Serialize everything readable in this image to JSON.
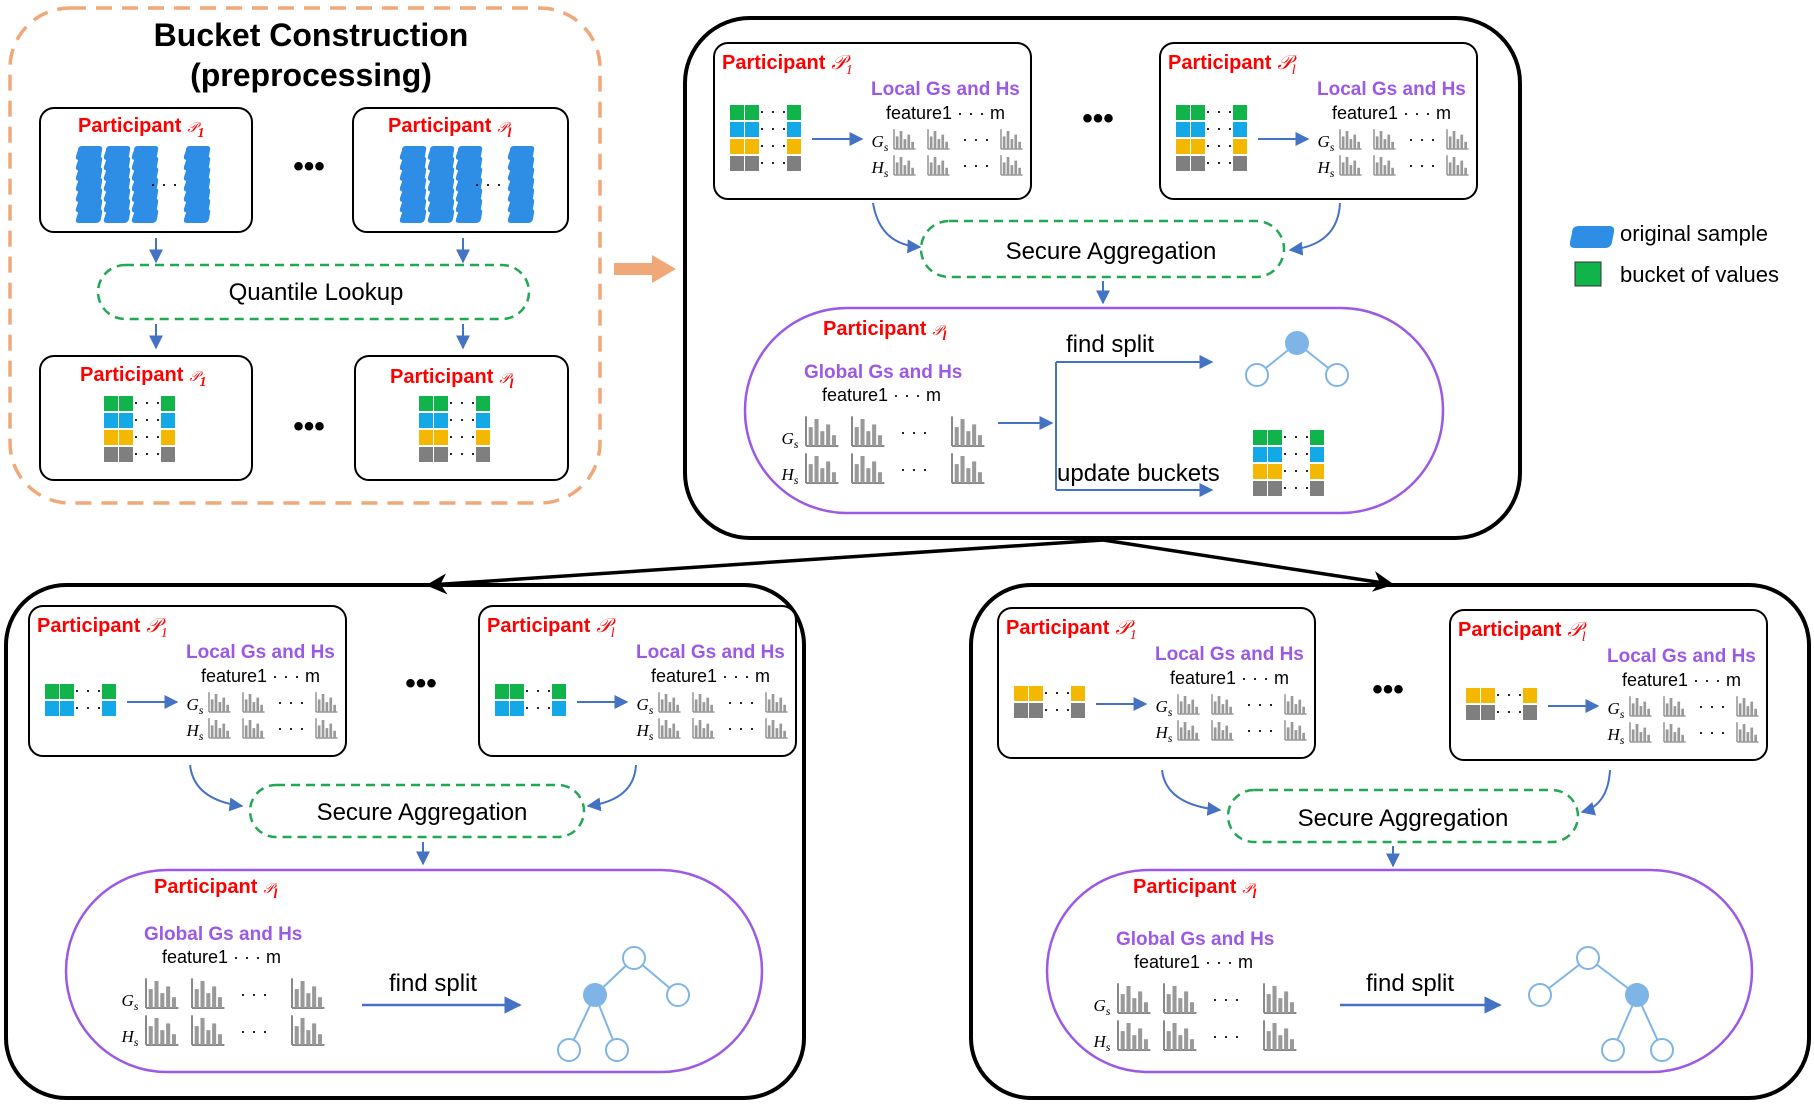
{
  "colors": {
    "green": "#10b44b",
    "cyan": "#12a9e6",
    "yellow": "#f5b800",
    "gray": "#7f7f7f",
    "sample_blue": "#2e8ee6",
    "purple": "#9b59e6",
    "red": "#ff0000",
    "orange_dash": "#f0a878",
    "green_dash": "#21a853",
    "arrow_blue": "#4472c4",
    "tree_blue": "#7fb5e6"
  },
  "labels": {
    "bucket_title_1": "Bucket Construction",
    "bucket_title_2": "(preprocessing)",
    "participant": "Participant",
    "sub_1": "1",
    "sub_l": "l",
    "quantile_lookup": "Quantile Lookup",
    "secure_aggregation": "Secure Aggregation",
    "local_gh": "Local Gs and Hs",
    "global_gh": "Global Gs and Hs",
    "feature_header": "feature1 · · · m",
    "g_label": "Gs",
    "h_label": "Hs",
    "find_split": "find split",
    "update_buckets": "update buckets",
    "ellipsis": "•••",
    "small_dots": "· · ·"
  },
  "legend": [
    {
      "icon": "sample-icon",
      "label": "original sample"
    },
    {
      "icon": "bucket-icon",
      "label": "bucket of values"
    }
  ]
}
